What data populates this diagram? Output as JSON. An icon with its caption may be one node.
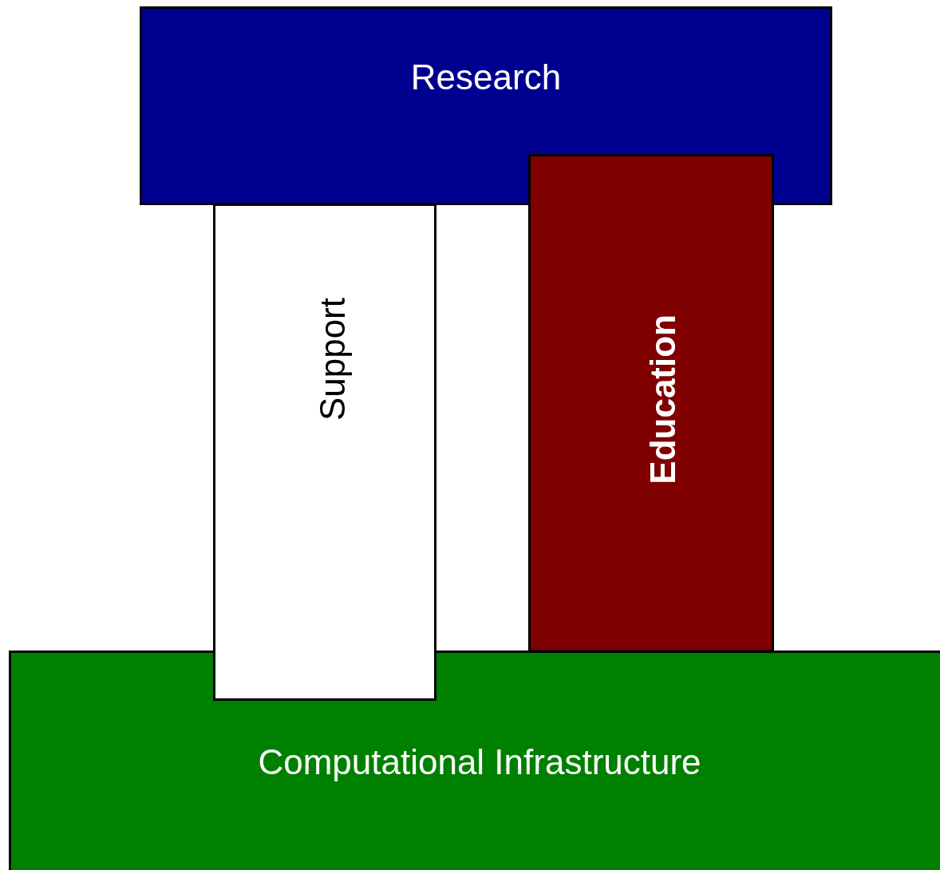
{
  "diagram": {
    "nodes": [
      {
        "text": [
          "Research"
        ]
      },
      {
        "text": [
          "Support"
        ]
      },
      {
        "text": [
          "Education"
        ]
      },
      {
        "text": [
          "Computational Infrastructure"
        ]
      }
    ]
  }
}
